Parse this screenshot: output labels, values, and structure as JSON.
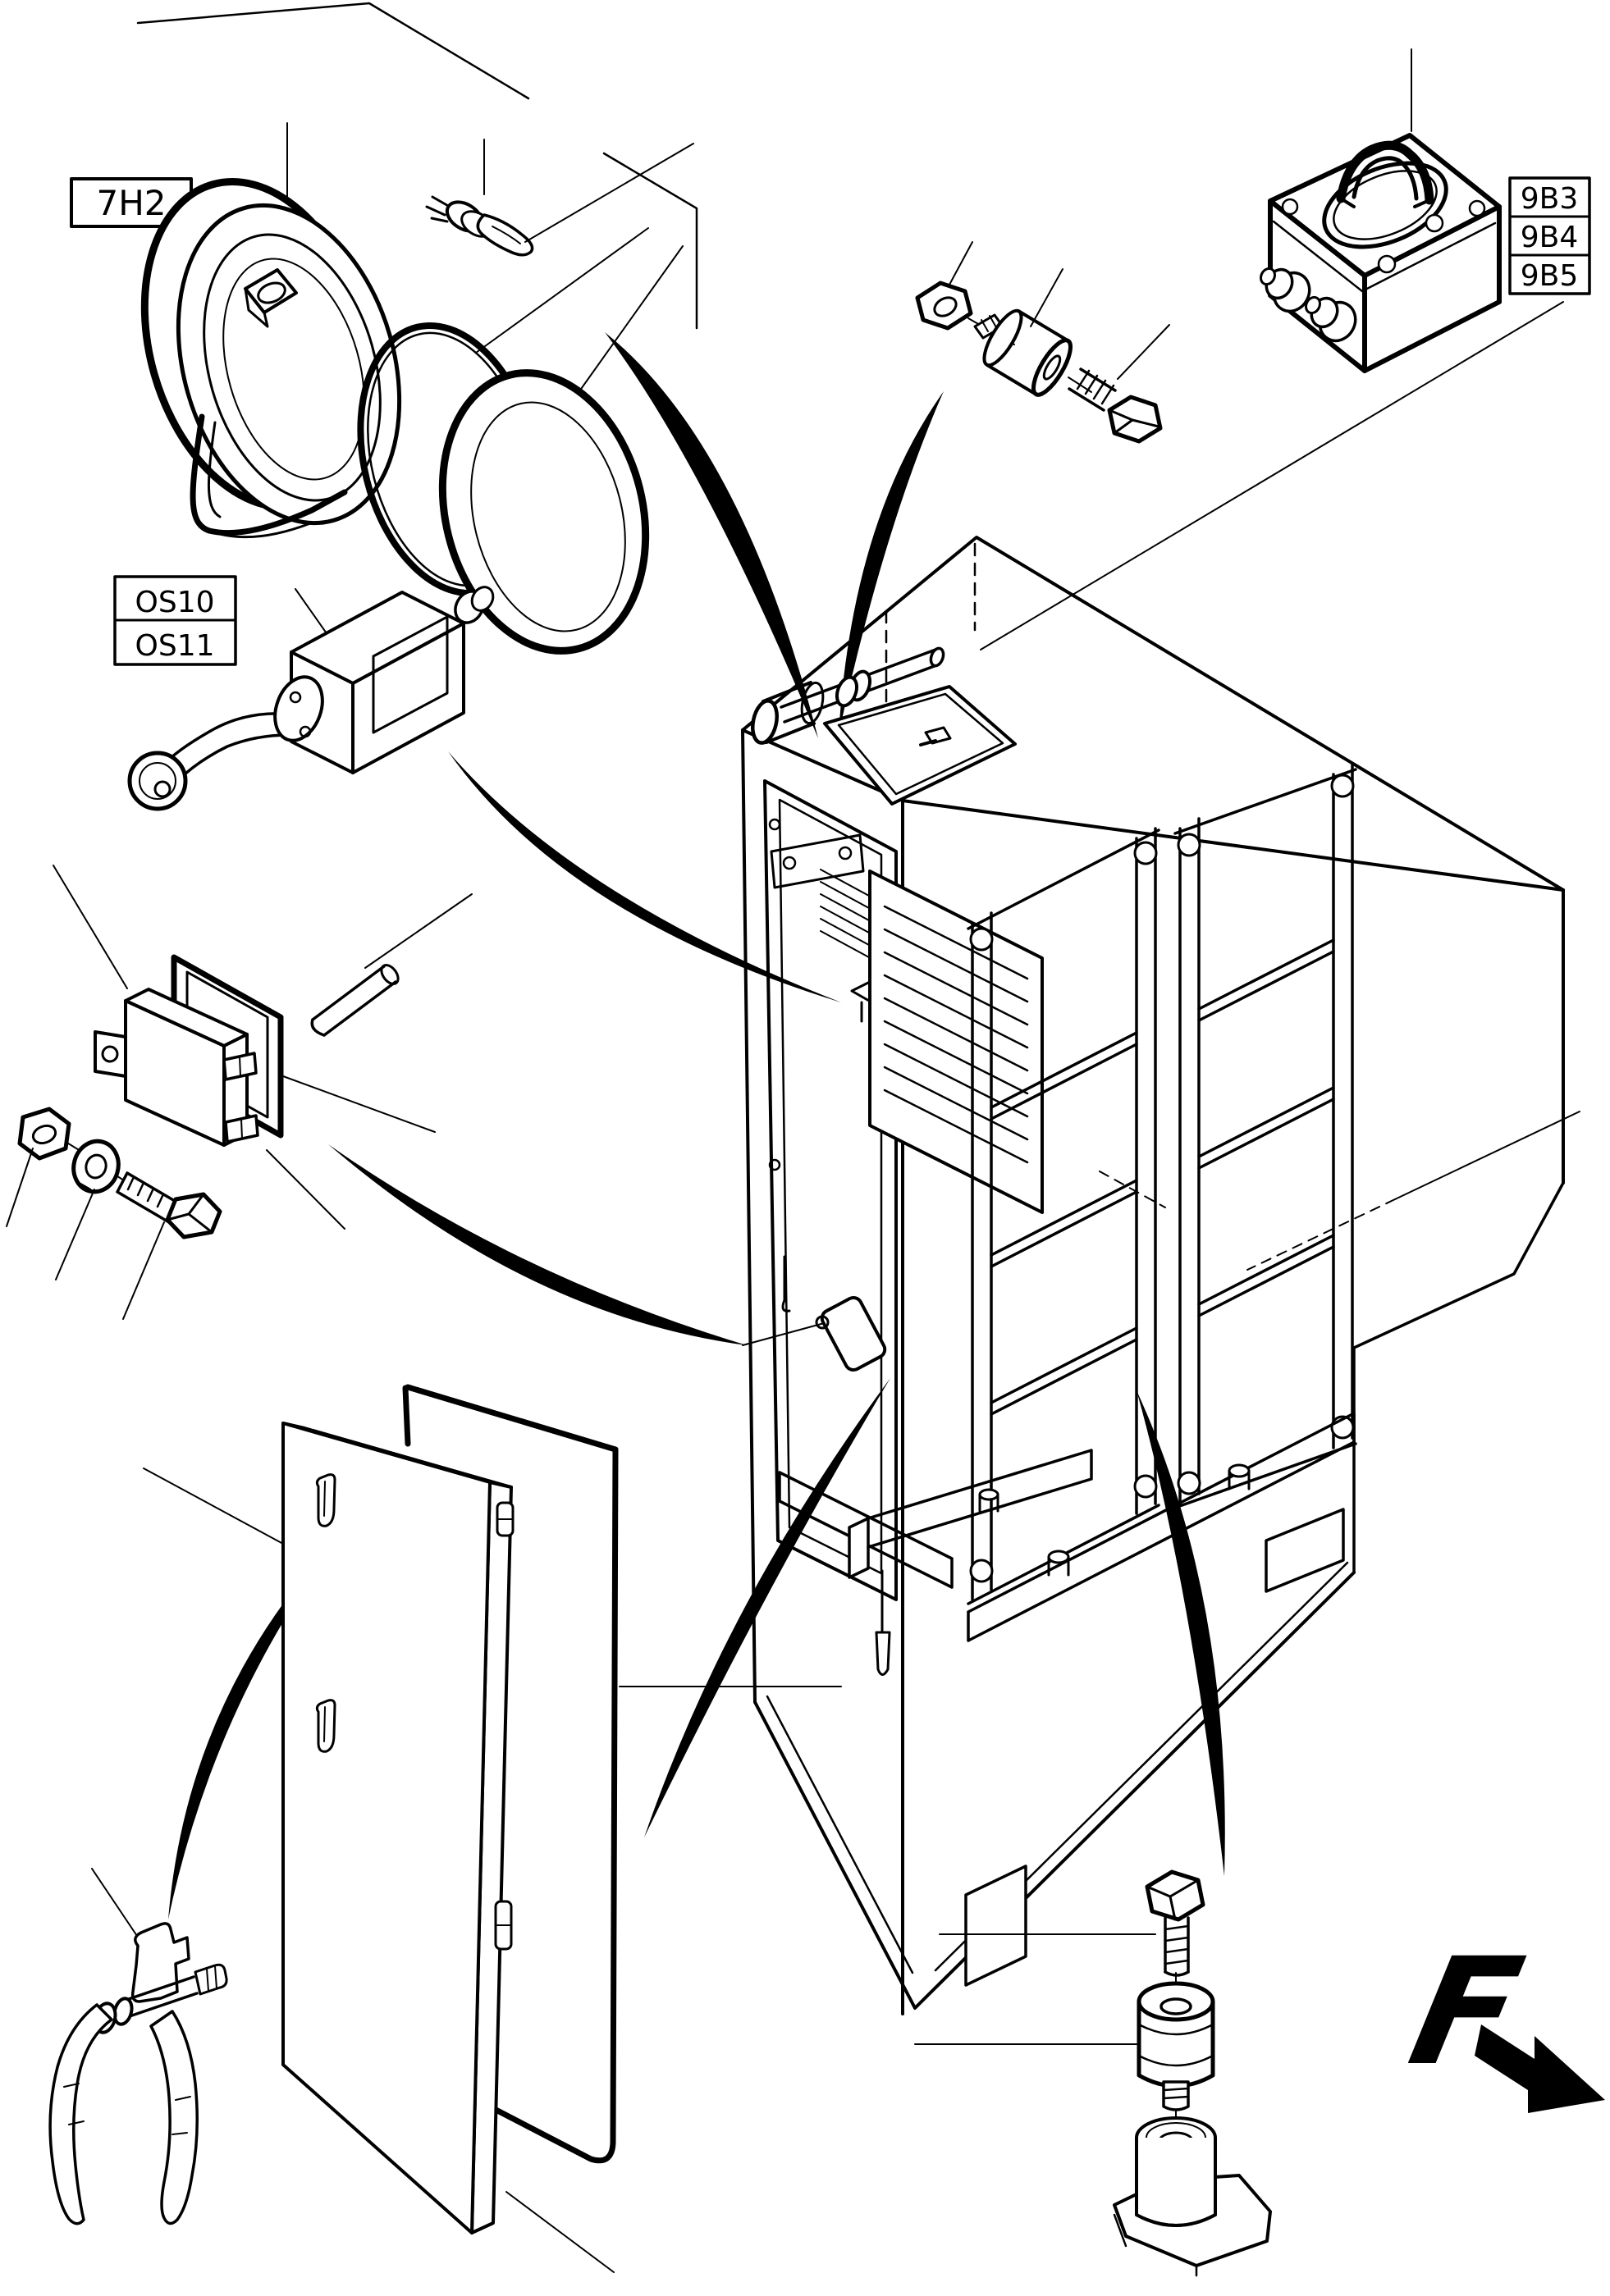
{
  "page": {
    "background": "#ffffff",
    "line_color": "#000000",
    "type": "exploded-parts-diagram"
  },
  "labels": {
    "lamp": "7H2",
    "limit_switch_1": "OS10",
    "limit_switch_2": "OS11",
    "switch_box_1": "9B3",
    "switch_box_2": "9B4",
    "switch_box_3": "9B5",
    "view_direction": "F"
  },
  "parts": [
    "signal-lamp-horn",
    "bulb",
    "lamp-gasket",
    "lamp-lens",
    "vibration-damper-upper",
    "switch-box-with-handle",
    "roller-limit-switch",
    "relay-module-with-gasket-frame",
    "fastener-set-nut-washer-bolt",
    "control-cabinet",
    "vent-door-panel",
    "door-gasket",
    "door-handle-levers",
    "vibration-damper-lower-with-base"
  ]
}
